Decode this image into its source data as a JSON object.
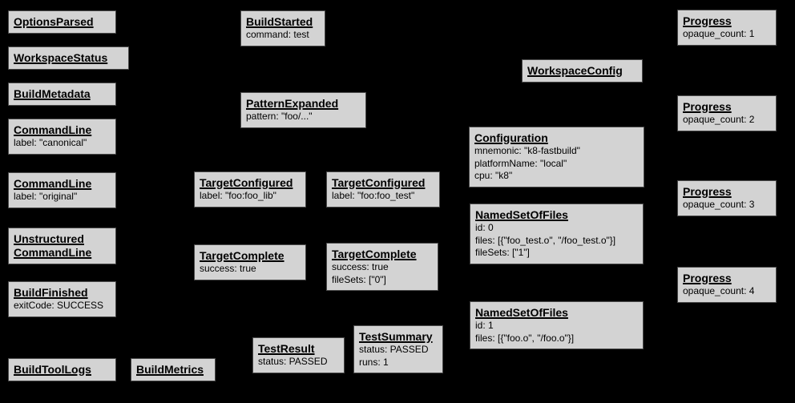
{
  "diagram": {
    "background_color": "#000000",
    "node_fill_color": "#d3d3d3",
    "node_border_color": "#4a4a4a",
    "node_text_color": "#000000"
  },
  "nodes": {
    "options_parsed": {
      "title": "OptionsParsed"
    },
    "workspace_status": {
      "title": "WorkspaceStatus"
    },
    "build_metadata": {
      "title": "BuildMetadata"
    },
    "command_line_canonical": {
      "title": "CommandLine",
      "details": [
        "label: \"canonical\""
      ]
    },
    "command_line_original": {
      "title": "CommandLine",
      "details": [
        "label: \"original\""
      ]
    },
    "unstructured_command_line": {
      "title": "Unstructured",
      "title2": "CommandLine"
    },
    "build_finished": {
      "title": "BuildFinished",
      "details": [
        "exitCode: SUCCESS"
      ]
    },
    "build_tool_logs": {
      "title": "BuildToolLogs"
    },
    "build_metrics": {
      "title": "BuildMetrics"
    },
    "build_started": {
      "title": "BuildStarted",
      "details": [
        "command: test"
      ]
    },
    "pattern_expanded": {
      "title": "PatternExpanded",
      "details": [
        "pattern: \"foo/...\""
      ]
    },
    "target_configured_lib": {
      "title": "TargetConfigured",
      "details": [
        "label: \"foo:foo_lib\""
      ]
    },
    "target_configured_test": {
      "title": "TargetConfigured",
      "details": [
        "label: \"foo:foo_test\""
      ]
    },
    "target_complete_lib": {
      "title": "TargetComplete",
      "details": [
        "success: true"
      ]
    },
    "target_complete_test": {
      "title": "TargetComplete",
      "details": [
        "success: true",
        "fileSets: [\"0\"]"
      ]
    },
    "test_result": {
      "title": "TestResult",
      "details": [
        "status: PASSED"
      ]
    },
    "test_summary": {
      "title": "TestSummary",
      "details": [
        "status: PASSED",
        "runs: 1"
      ]
    },
    "workspace_config": {
      "title": "WorkspaceConfig"
    },
    "configuration": {
      "title": "Configuration",
      "details": [
        "mnemonic: \"k8-fastbuild\"",
        "platformName: \"local\"",
        "cpu: \"k8\""
      ]
    },
    "named_set_of_files_0": {
      "title": "NamedSetOfFiles",
      "details": [
        "id: 0",
        "files: [{\"foo_test.o\", \"/foo_test.o\"}]",
        "fileSets: [\"1\"]"
      ]
    },
    "named_set_of_files_1": {
      "title": "NamedSetOfFiles",
      "details": [
        "id: 1",
        "files: [{\"foo.o\", \"/foo.o\"}]"
      ]
    },
    "progress_1": {
      "title": "Progress",
      "details": [
        "opaque_count: 1"
      ]
    },
    "progress_2": {
      "title": "Progress",
      "details": [
        "opaque_count: 2"
      ]
    },
    "progress_3": {
      "title": "Progress",
      "details": [
        "opaque_count: 3"
      ]
    },
    "progress_4": {
      "title": "Progress",
      "details": [
        "opaque_count: 4"
      ]
    }
  }
}
